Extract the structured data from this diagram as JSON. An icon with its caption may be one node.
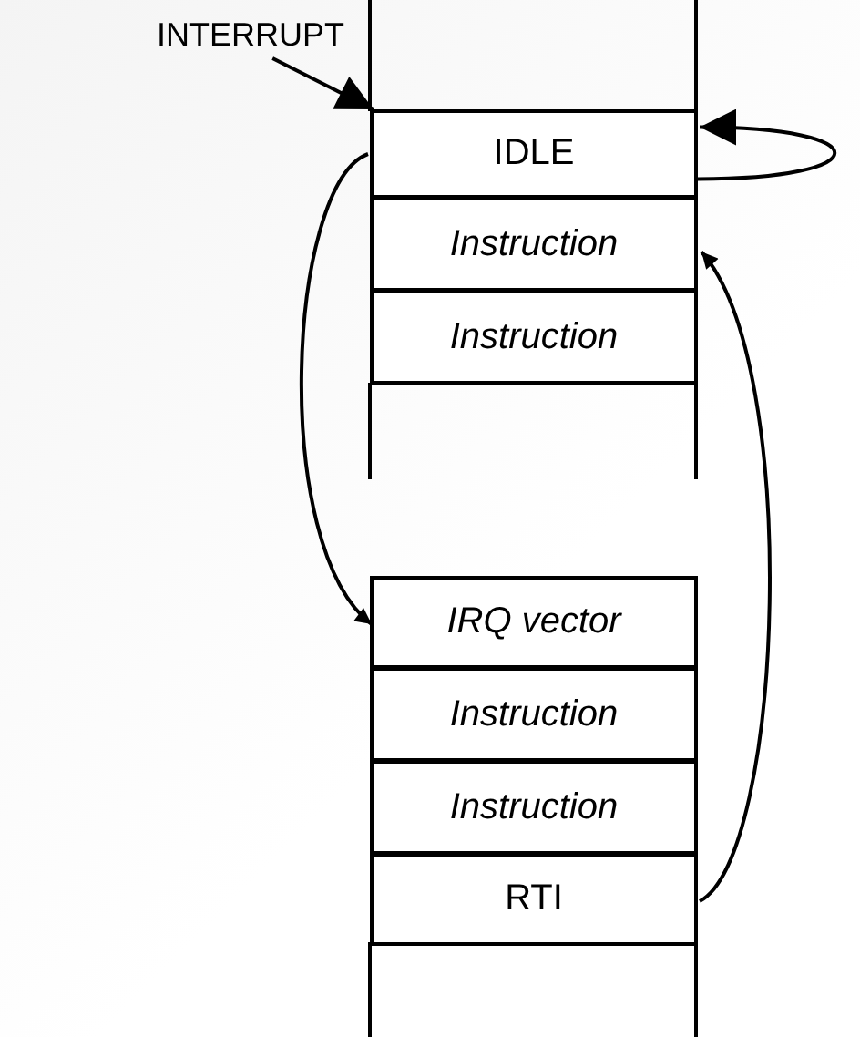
{
  "diagram": {
    "nodes": [
      {
        "text": [
          "INTERRUPT"
        ]
      },
      {
        "text": [
          "IDLE"
        ]
      },
      {
        "text": [
          "Instruction"
        ]
      },
      {
        "text": [
          "Instruction"
        ]
      },
      {
        "text": [
          "IRQ vector"
        ]
      },
      {
        "text": [
          "Instruction"
        ]
      },
      {
        "text": [
          "Instruction"
        ]
      },
      {
        "text": [
          "RTI"
        ]
      }
    ],
    "edges": [
      {
        "from": 0,
        "to": 1,
        "arrow": "to"
      },
      {
        "from": 1,
        "to": 1,
        "arrow": "to"
      },
      {
        "from": 1,
        "to": 4,
        "arrow": "to"
      },
      {
        "from": 7,
        "to": 2,
        "arrow": "to"
      }
    ]
  }
}
